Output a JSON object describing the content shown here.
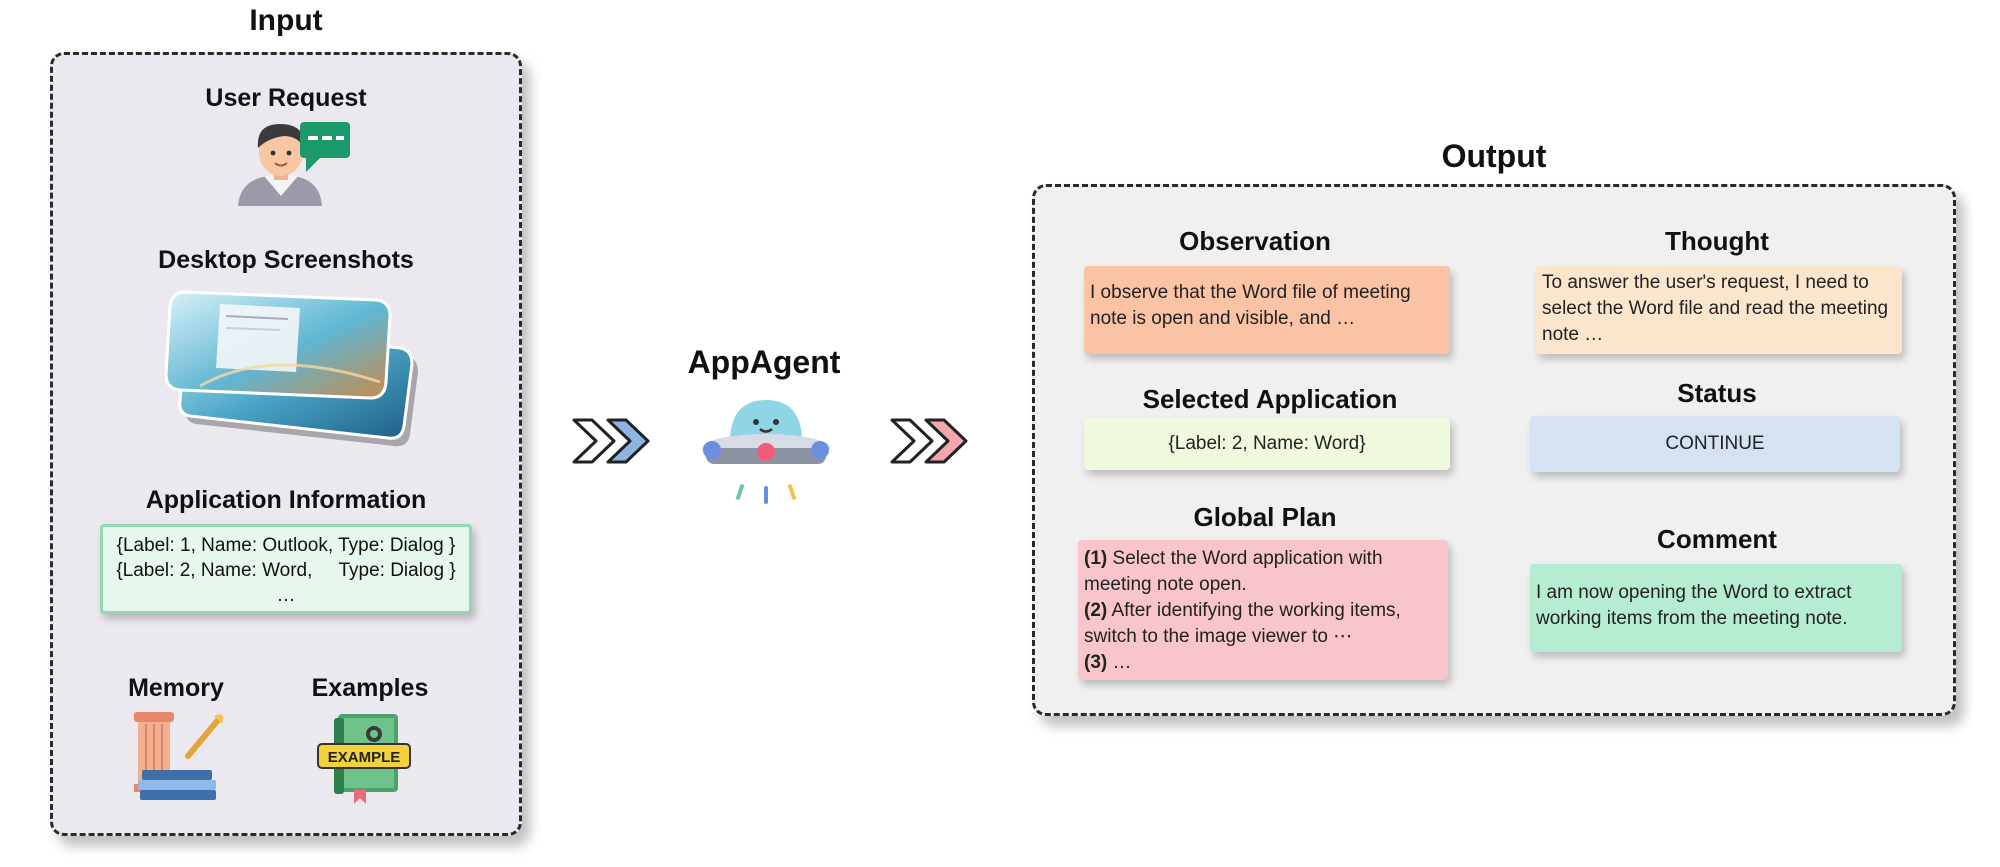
{
  "input": {
    "title": "Input",
    "user_request": {
      "label": "User Request",
      "icon": "user-chat-icon"
    },
    "desktop_screenshots": {
      "label": "Desktop Screenshots",
      "icon": "screenshots-icon"
    },
    "application_information": {
      "label": "Application Information",
      "rows": [
        "{Label: 1, Name: Outlook, Type: Dialog }",
        "{Label: 2, Name: Word,     Type: Dialog }",
        "…"
      ]
    },
    "memory": {
      "label": "Memory",
      "icon": "memory-pillar-books-icon"
    },
    "examples": {
      "label": "Examples",
      "icon": "example-book-icon",
      "badge_text": "EXAMPLE"
    }
  },
  "agent": {
    "title": "AppAgent",
    "icon": "ufo-robot-icon"
  },
  "output": {
    "title": "Output",
    "observation": {
      "label": "Observation",
      "text": "I observe that the Word file of meeting note is open and visible, and …",
      "color": "#fbc3a6"
    },
    "thought": {
      "label": "Thought",
      "text": "To answer the user's request, I need to select the Word file and read the meeting note …",
      "color": "#fce5cd"
    },
    "selected_application": {
      "label": "Selected Application",
      "text": "{Label: 2, Name: Word}",
      "color": "#eef9de"
    },
    "status": {
      "label": "Status",
      "text": "CONTINUE",
      "color": "#d4e2f1"
    },
    "global_plan": {
      "label": "Global Plan",
      "items": [
        {
          "num": "(1)",
          "text": "Select the Word application with meeting note open."
        },
        {
          "num": "(2)",
          "text": "After identifying the working items, switch to the image viewer to ⋯"
        },
        {
          "num": "(3)",
          "text": "…"
        }
      ],
      "color": "#f7c5cb"
    },
    "comment": {
      "label": "Comment",
      "text": "I am now opening the Word to extract working items from the meeting note.",
      "color": "#b6ecd2"
    }
  },
  "colors": {
    "input_panel_bg": "#ebe8f0",
    "output_panel_bg": "#f0f0f0",
    "arrow_blue": "#8eb4e3",
    "arrow_pink": "#f3a6ad"
  }
}
